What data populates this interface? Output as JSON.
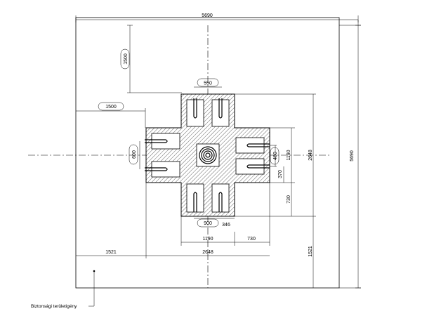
{
  "dimensions": {
    "top_overall": "5690",
    "right_overall": "5690",
    "top_offset": "1500",
    "left_offset": "1500",
    "arm_width_top": "550",
    "arm_width_bottom": "900",
    "arm_width_left": "600",
    "right_460": "460",
    "right_1190": "1190",
    "right_2648": "2648",
    "right_370": "370",
    "right_730": "730",
    "right_1521": "1521",
    "bottom_346": "346",
    "bottom_1190": "1190",
    "bottom_730": "730",
    "bottom_2648": "2648",
    "bottom_1521": "1521"
  },
  "labels": {
    "safety_zone": "Biztonsági területigény"
  }
}
